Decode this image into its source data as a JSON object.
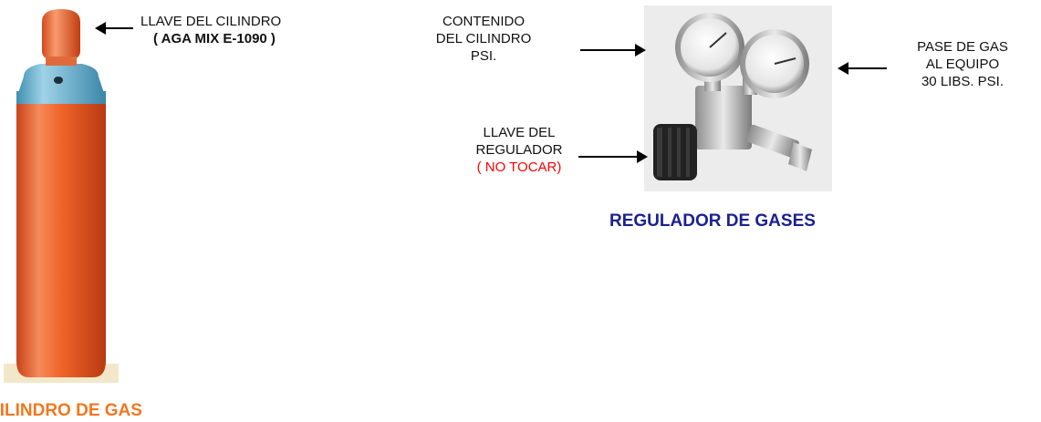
{
  "cylinder": {
    "valve_label": "LLAVE DEL CILINDRO",
    "model_label": "( AGA MIX  E-1090 )",
    "caption": "CILINDRO DE GAS"
  },
  "regulator": {
    "contents_label": [
      "CONTENIDO",
      "DEL CILINDRO",
      "PSI."
    ],
    "output_label": [
      "PASE DE GAS",
      "AL EQUIPO",
      "30 LIBS. PSI."
    ],
    "key_label": [
      "LLAVE DEL",
      "REGULADOR",
      "( NO TOCAR)"
    ],
    "caption": "REGULADOR DE GASES"
  },
  "colors": {
    "cylinder_body": "#f0642a",
    "cylinder_shoulder": "#5fb0cf",
    "cylinder_caption": "#f07820",
    "regulator_caption": "#1a2190",
    "warning": "#ff0000"
  }
}
